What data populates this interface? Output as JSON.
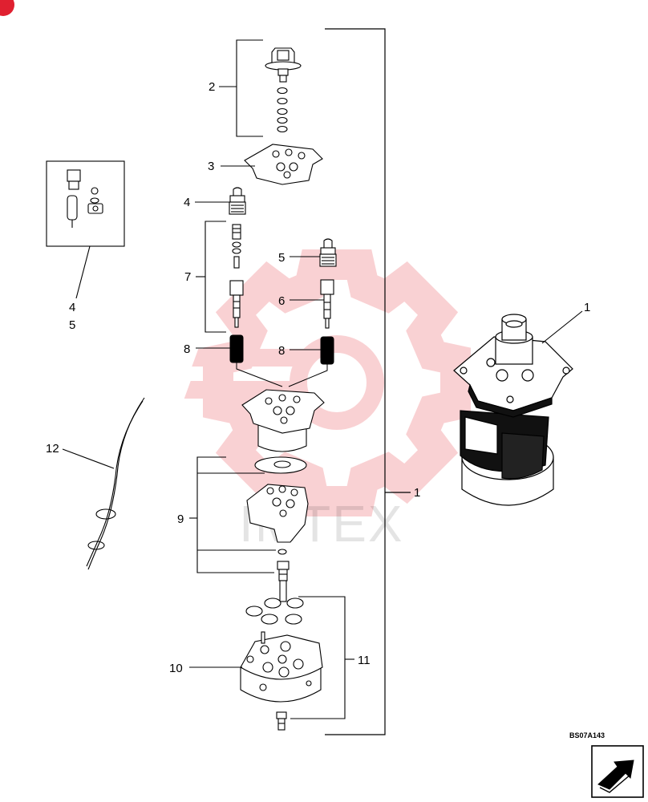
{
  "labels": {
    "c1_main": "1",
    "c1_right": "1",
    "c2": "2",
    "c3": "3",
    "c4": "4",
    "c4_kit": "4",
    "c5": "5",
    "c5_kit": "5",
    "c6": "6",
    "c7": "7",
    "c8_left": "8",
    "c8_right": "8",
    "c9": "9",
    "c10": "10",
    "c11": "11",
    "c12": "12"
  },
  "figure_code": "BS07A143",
  "watermark_text": "IMTEX",
  "colors": {
    "line": "#000000",
    "watermark": "#e8343c",
    "badge": "#e02030"
  },
  "icons": {
    "nav_arrow": "arrow-icon"
  }
}
